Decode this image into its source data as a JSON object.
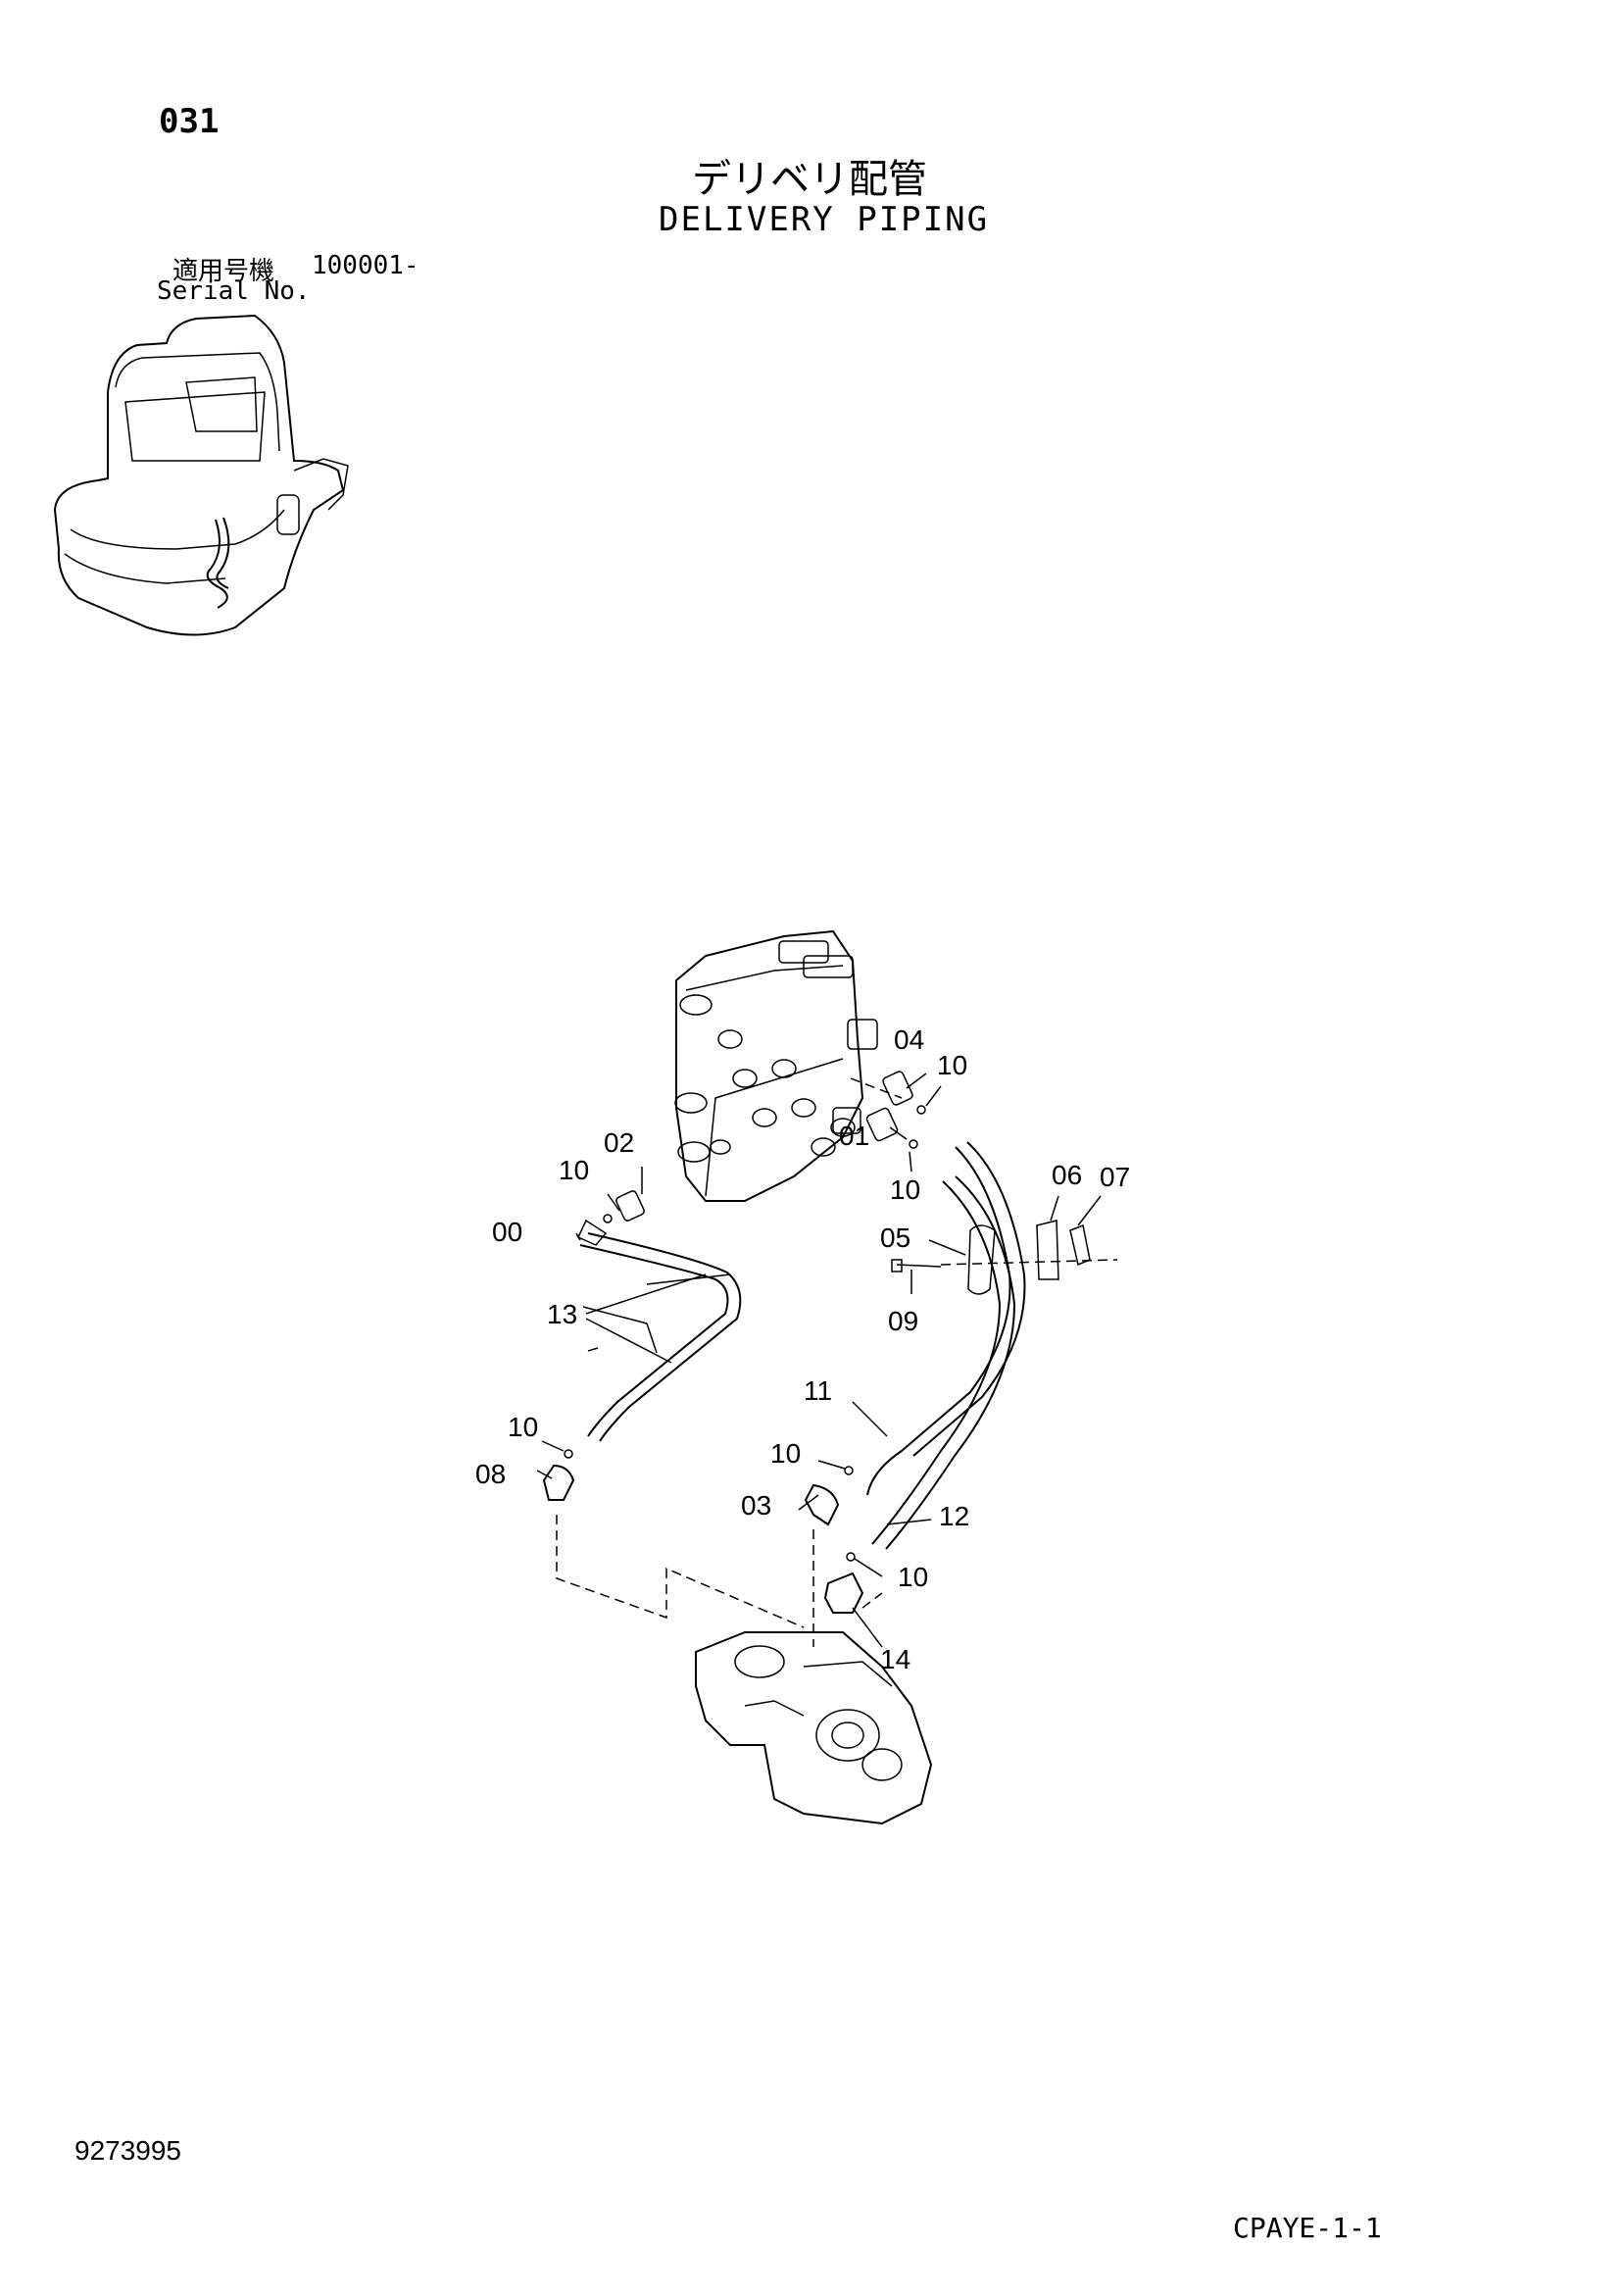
{
  "header": {
    "page_number": "031",
    "title_ja": "デリベリ配管",
    "title_en": "DELIVERY PIPING",
    "serial_label_ja": "適用号機",
    "serial_range": "100001-",
    "serial_label_en": "Serial No."
  },
  "callouts": {
    "c00": "00",
    "c01": "01",
    "c02": "02",
    "c03": "03",
    "c04": "04",
    "c05": "05",
    "c06": "06",
    "c07": "07",
    "c08": "08",
    "c09": "09",
    "c10a": "10",
    "c10b": "10",
    "c10c": "10",
    "c10d": "10",
    "c10e": "10",
    "c10f": "10",
    "c11": "11",
    "c12": "12",
    "c13": "13",
    "c14": "14"
  },
  "footer": {
    "doc_number": "9273995",
    "sheet_code": "CPAYE-1-1"
  }
}
